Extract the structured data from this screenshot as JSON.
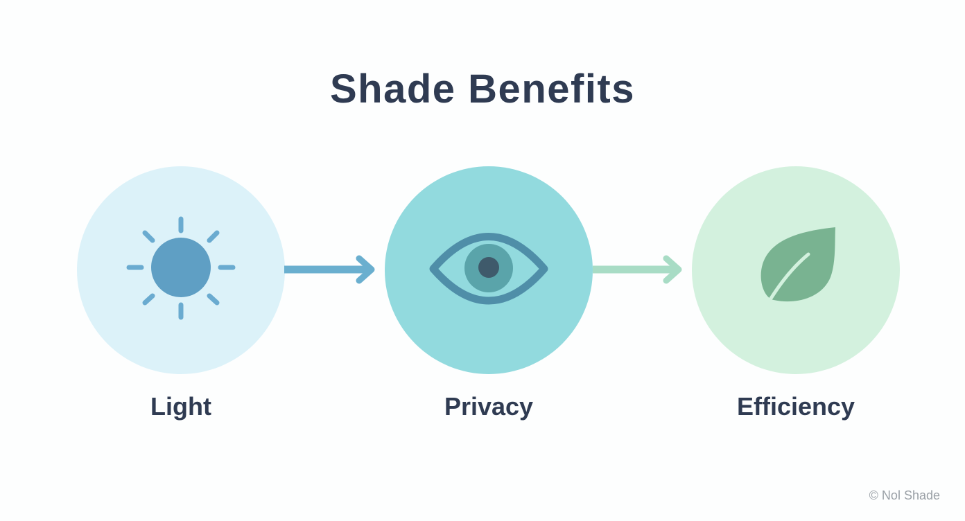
{
  "title": "Shade Benefits",
  "steps": [
    {
      "label": "Light",
      "icon": "sun-icon",
      "circle_color": "#dcf2f9",
      "icon_color": "#5f9fc4"
    },
    {
      "label": "Privacy",
      "icon": "eye-icon",
      "circle_color": "#92dade",
      "icon_color": "#4f8ea8"
    },
    {
      "label": "Efficiency",
      "icon": "leaf-icon",
      "circle_color": "#d3f1de",
      "icon_color": "#79b391"
    }
  ],
  "arrows": [
    {
      "from": "Light",
      "to": "Privacy",
      "color": "#6aafcf"
    },
    {
      "from": "Privacy",
      "to": "Efficiency",
      "color": "#a8dcc5"
    }
  ],
  "footer": {
    "copyright": "© Nol Shade"
  },
  "colors": {
    "text": "#2f3b52",
    "background": "#fdfefe"
  }
}
